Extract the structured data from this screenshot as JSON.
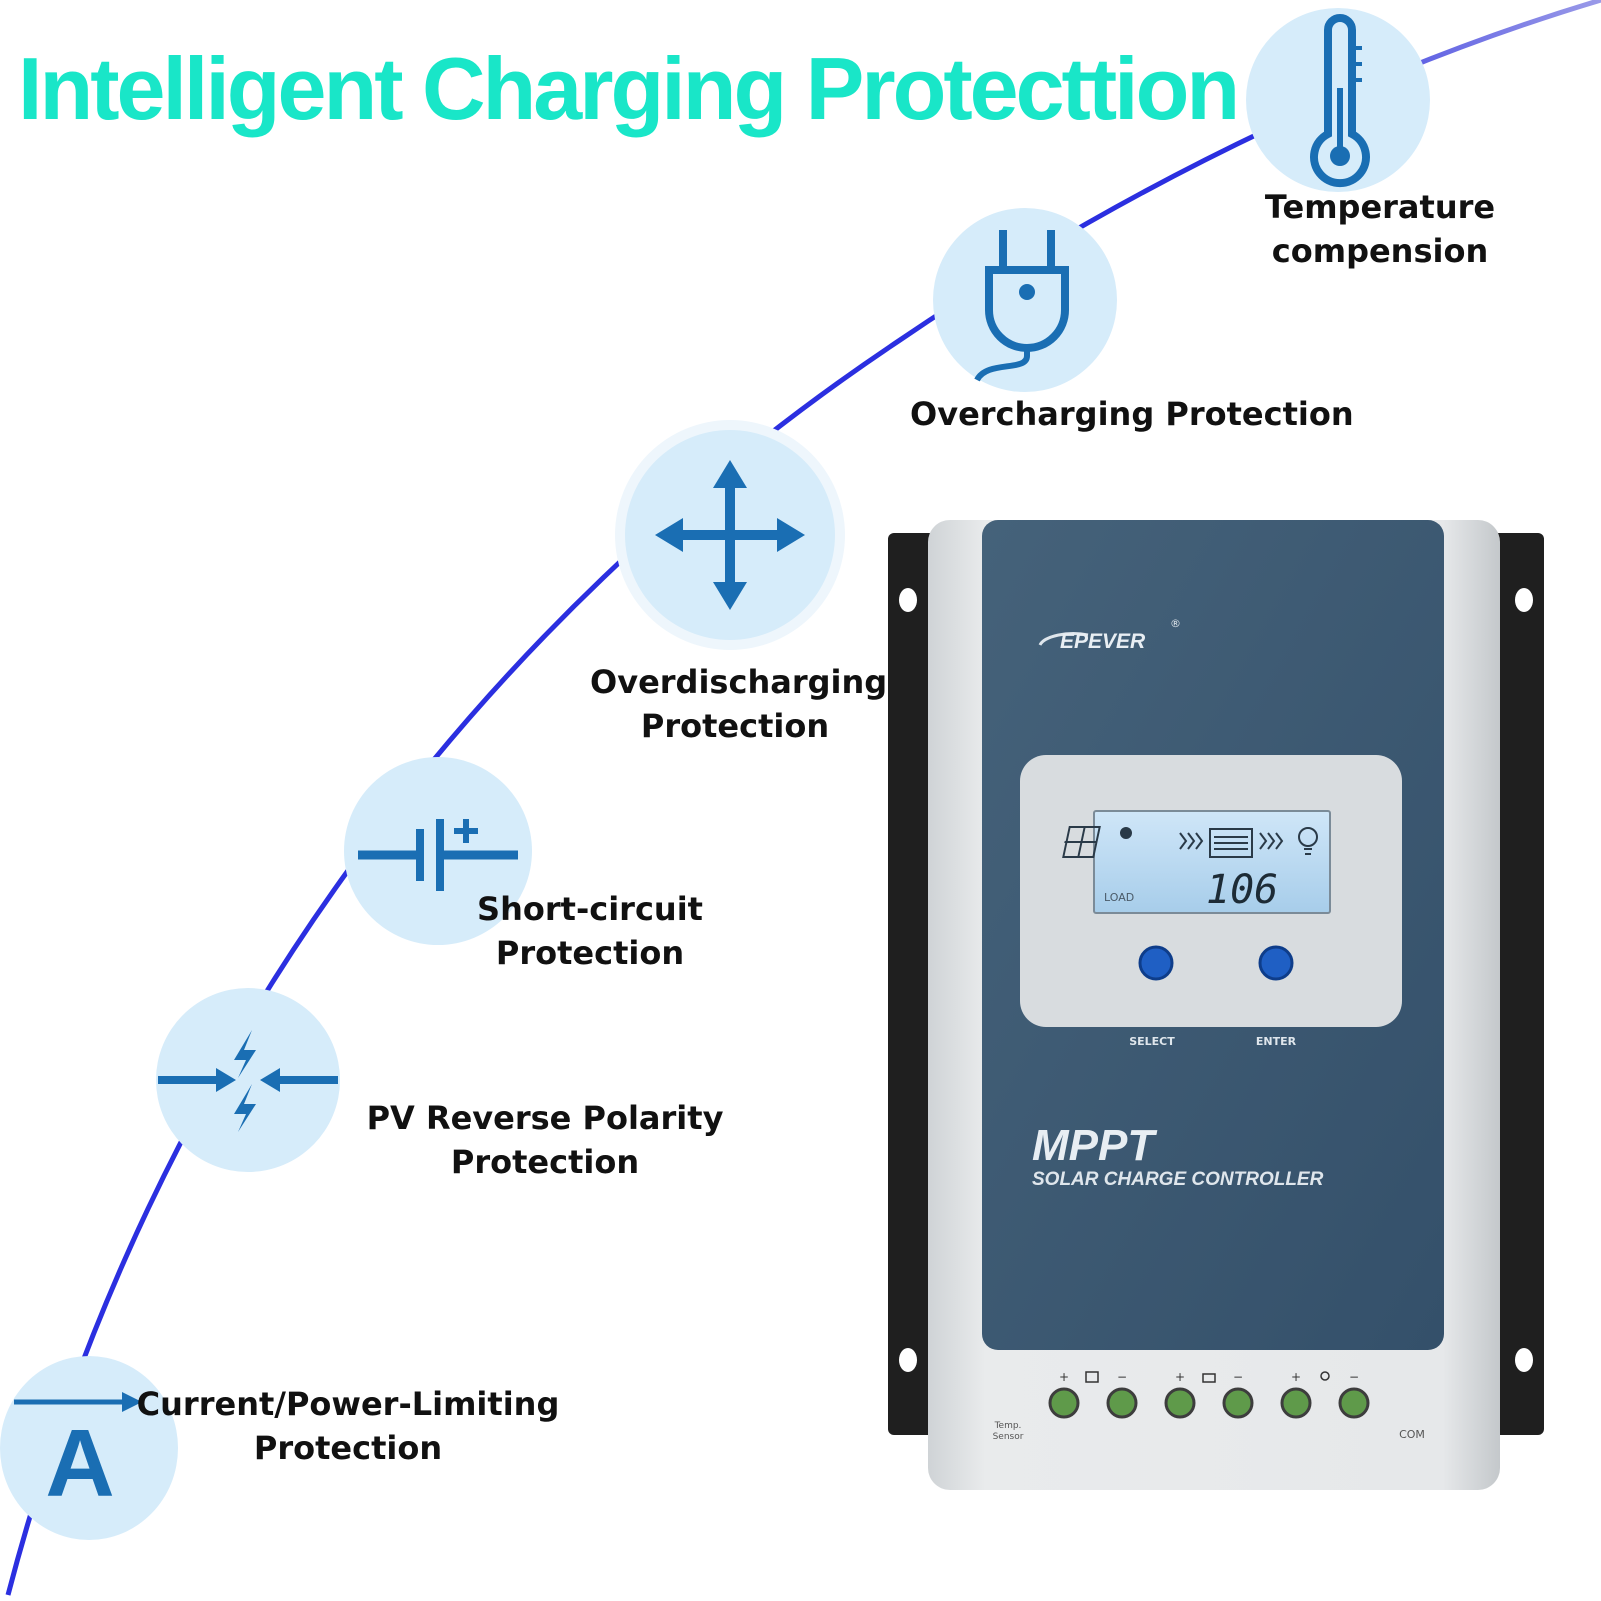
{
  "title": "Intelligent Charging Protecttion",
  "colors": {
    "title": "#19e6c8",
    "curve": "#2b2fe0",
    "icon": "#1a6eb3",
    "circle": "#d6ecfa",
    "panel": "#3d5a72"
  },
  "features": [
    {
      "icon": "thermometer-icon",
      "line1": "Temperature",
      "line2": "compension"
    },
    {
      "icon": "plug-icon",
      "line1": "Overcharging Protection",
      "line2": ""
    },
    {
      "icon": "four-way-arrows-icon",
      "line1": "Overdischarging",
      "line2": "Protection"
    },
    {
      "icon": "battery-symbol-icon",
      "line1": "Short-circuit",
      "line2": "Protection"
    },
    {
      "icon": "converging-arrows-lightning-icon",
      "line1": "PV Reverse Polarity",
      "line2": "Protection"
    },
    {
      "icon": "ampere-icon",
      "line1": "Current/Power-Limiting",
      "line2": "Protection"
    }
  ],
  "device": {
    "brand": "EPEVER",
    "registered": "®",
    "lcd_value": "106",
    "lcd_load": "LOAD",
    "button_left": "SELECT",
    "button_right": "ENTER",
    "model": "MPPT",
    "subtitle": "SOLAR CHARGE CONTROLLER",
    "temp_sensor_1": "Temp.",
    "temp_sensor_2": "Sensor",
    "com": "COM",
    "terminal_plus": "+",
    "terminal_minus": "−"
  },
  "ampere_letter": "A"
}
